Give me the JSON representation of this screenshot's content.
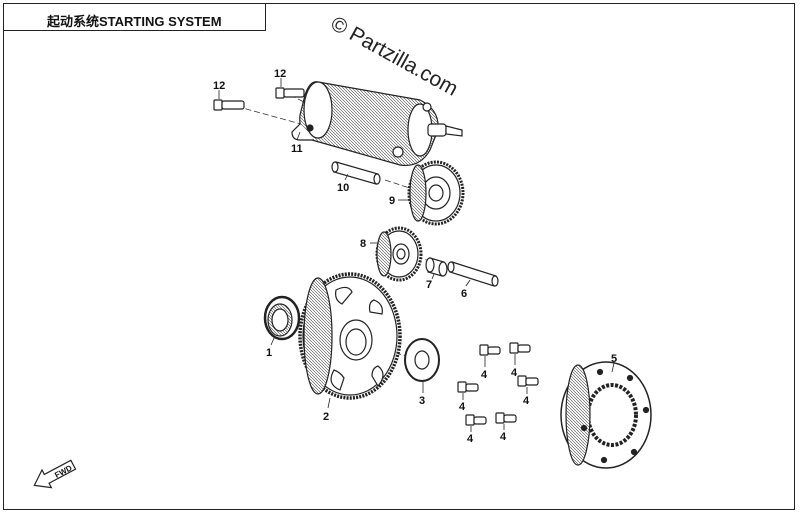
{
  "diagram": {
    "title": "起动系统STARTING SYSTEM",
    "watermark": "© Partzilla.com",
    "direction_label": "FWD",
    "callouts": {
      "p1": "1",
      "p2": "2",
      "p3": "3",
      "p4a": "4",
      "p4b": "4",
      "p4c": "4",
      "p4d": "4",
      "p4e": "4",
      "p4f": "4",
      "p5": "5",
      "p6": "6",
      "p7": "7",
      "p8": "8",
      "p9": "9",
      "p10": "10",
      "p11": "11",
      "p12a": "12",
      "p12b": "12"
    }
  }
}
